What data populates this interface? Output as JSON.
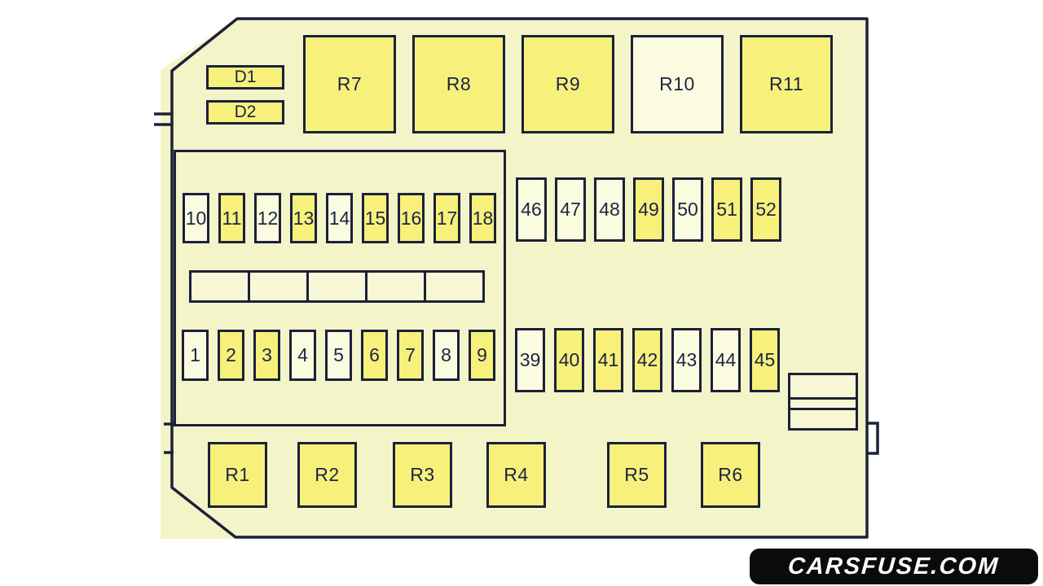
{
  "diagram": {
    "title": "fuse-box-layout",
    "diodes": [
      {
        "label": "D1",
        "tone": "yellow"
      },
      {
        "label": "D2",
        "tone": "yellow"
      }
    ],
    "relays_top": [
      {
        "label": "R7",
        "tone": "yellow"
      },
      {
        "label": "R8",
        "tone": "yellow"
      },
      {
        "label": "R9",
        "tone": "yellow"
      },
      {
        "label": "R10",
        "tone": "pale"
      },
      {
        "label": "R11",
        "tone": "yellow"
      }
    ],
    "relays_bottom": [
      {
        "label": "R1",
        "tone": "yellow"
      },
      {
        "label": "R2",
        "tone": "yellow"
      },
      {
        "label": "R3",
        "tone": "yellow"
      },
      {
        "label": "R4",
        "tone": "yellow"
      },
      {
        "label": "R5",
        "tone": "yellow"
      },
      {
        "label": "R6",
        "tone": "yellow"
      }
    ],
    "fuse_rows": {
      "row_10_18": [
        {
          "label": "10",
          "tone": "pale"
        },
        {
          "label": "11",
          "tone": "yellow"
        },
        {
          "label": "12",
          "tone": "pale"
        },
        {
          "label": "13",
          "tone": "yellow"
        },
        {
          "label": "14",
          "tone": "pale"
        },
        {
          "label": "15",
          "tone": "yellow"
        },
        {
          "label": "16",
          "tone": "yellow"
        },
        {
          "label": "17",
          "tone": "yellow"
        },
        {
          "label": "18",
          "tone": "yellow"
        }
      ],
      "row_1_9": [
        {
          "label": "1",
          "tone": "pale"
        },
        {
          "label": "2",
          "tone": "yellow"
        },
        {
          "label": "3",
          "tone": "yellow"
        },
        {
          "label": "4",
          "tone": "pale"
        },
        {
          "label": "5",
          "tone": "pale"
        },
        {
          "label": "6",
          "tone": "yellow"
        },
        {
          "label": "7",
          "tone": "yellow"
        },
        {
          "label": "8",
          "tone": "pale"
        },
        {
          "label": "9",
          "tone": "yellow"
        }
      ],
      "row_46_52": [
        {
          "label": "46",
          "tone": "pale"
        },
        {
          "label": "47",
          "tone": "pale"
        },
        {
          "label": "48",
          "tone": "pale"
        },
        {
          "label": "49",
          "tone": "yellow"
        },
        {
          "label": "50",
          "tone": "pale"
        },
        {
          "label": "51",
          "tone": "yellow"
        },
        {
          "label": "52",
          "tone": "yellow"
        }
      ],
      "row_39_45": [
        {
          "label": "39",
          "tone": "pale"
        },
        {
          "label": "40",
          "tone": "yellow"
        },
        {
          "label": "41",
          "tone": "yellow"
        },
        {
          "label": "42",
          "tone": "yellow"
        },
        {
          "label": "43",
          "tone": "pale"
        },
        {
          "label": "44",
          "tone": "pale"
        },
        {
          "label": "45",
          "tone": "yellow"
        }
      ],
      "empty_slots_count": 5
    }
  },
  "watermark": {
    "text": "CARSFUSE.COM"
  },
  "colors": {
    "panel": "#f4f4c9",
    "yellow": "#f7f17c",
    "pale": "#fbfbdf",
    "cell": "#f8f8d6",
    "line": "#1b2138",
    "ink": "#1c2444",
    "wm_bg": "#0b0b0b",
    "wm_text": "#ffffff"
  }
}
